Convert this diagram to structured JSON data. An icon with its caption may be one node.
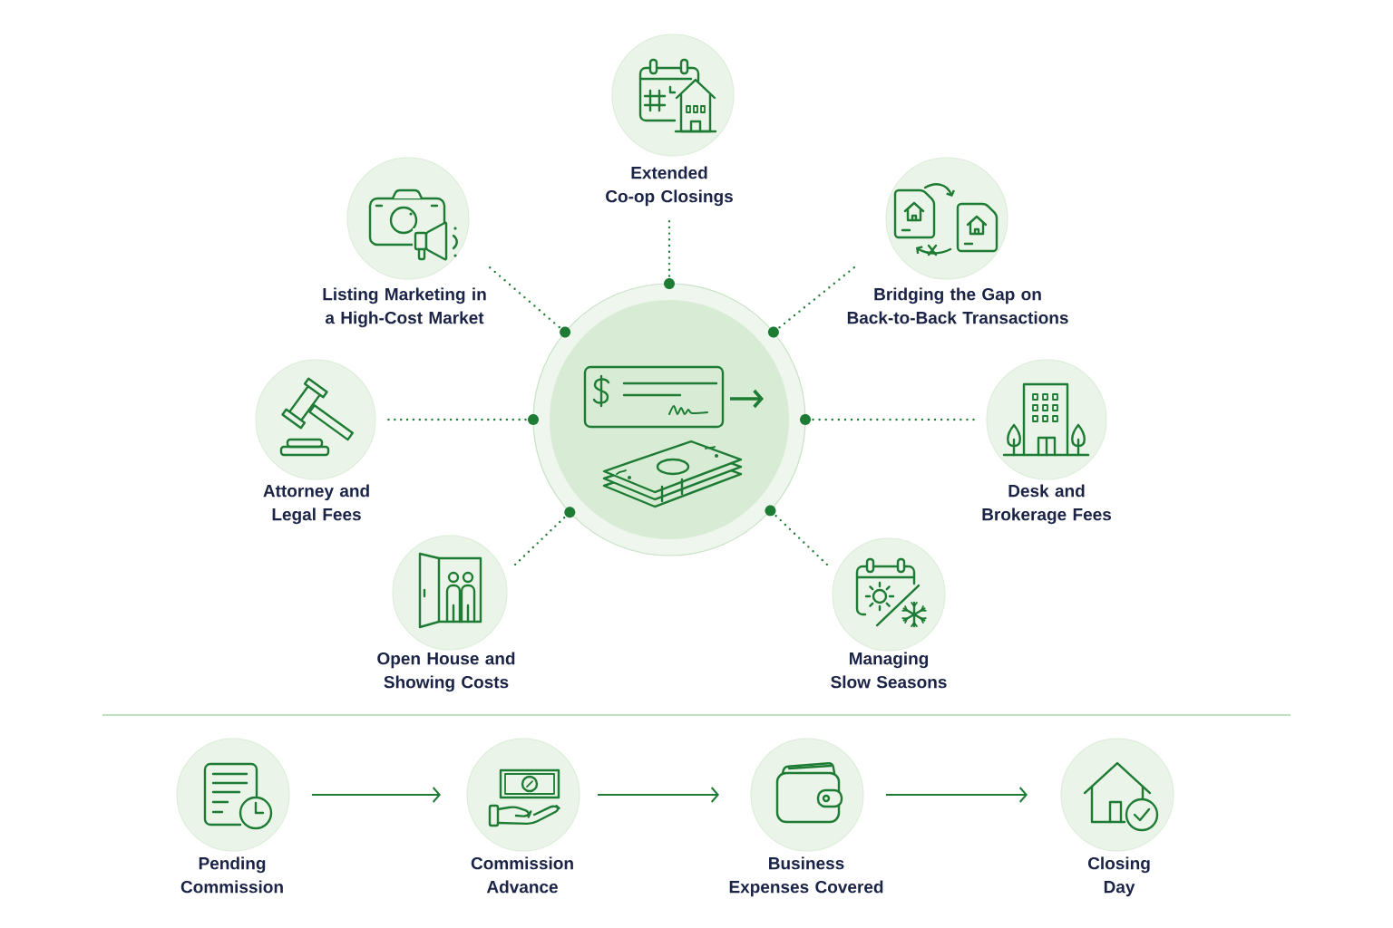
{
  "diagram": {
    "nodes": [
      {
        "text": [],
        "shape": "circle"
      },
      {
        "text": [
          "Extended Co-op Closings"
        ]
      },
      {
        "text": [
          "Listing Marketing in a High-Cost Market"
        ]
      },
      {
        "text": [
          "Bridging the Gap on Back-to-Back Transactions"
        ]
      },
      {
        "text": [
          "Attorney and Legal Fees"
        ]
      },
      {
        "text": [
          "Desk and Brokerage Fees"
        ]
      },
      {
        "text": [
          "Open House and Showing Costs"
        ]
      },
      {
        "text": [
          "Managing Slow Seasons"
        ]
      },
      {
        "text": [
          "Pending Commission"
        ]
      },
      {
        "text": [
          "Commission Advance"
        ]
      },
      {
        "text": [
          "Business Expenses Covered"
        ]
      },
      {
        "text": [
          "Closing Day"
        ]
      }
    ],
    "edges": [
      {
        "from": 0,
        "to": 1,
        "arrow": "none",
        "style": "dashed"
      },
      {
        "from": 0,
        "to": 2,
        "arrow": "none",
        "style": "dashed"
      },
      {
        "from": 0,
        "to": 3,
        "arrow": "none",
        "style": "dashed"
      },
      {
        "from": 0,
        "to": 4,
        "arrow": "none",
        "style": "dashed"
      },
      {
        "from": 0,
        "to": 5,
        "arrow": "none",
        "style": "dashed"
      },
      {
        "from": 0,
        "to": 6,
        "arrow": "none",
        "style": "dashed"
      },
      {
        "from": 0,
        "to": 7,
        "arrow": "none",
        "style": "dashed"
      },
      {
        "from": 8,
        "to": 9,
        "arrow": "to"
      },
      {
        "from": 9,
        "to": 10,
        "arrow": "to"
      },
      {
        "from": 10,
        "to": 11,
        "arrow": "to"
      }
    ]
  }
}
